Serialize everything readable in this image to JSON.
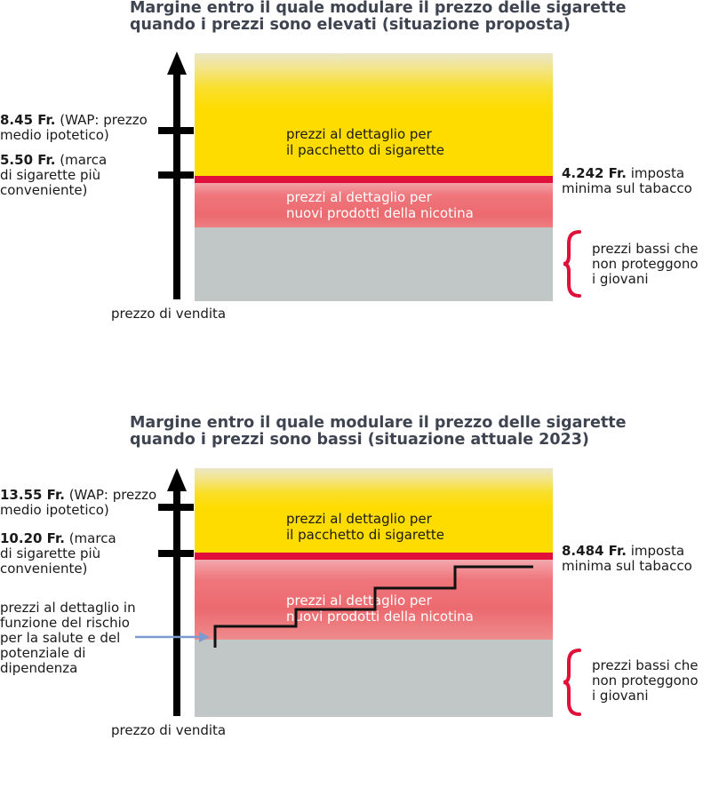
{
  "colors": {
    "yellow": "#ffdc00",
    "red_band": "#ec6a6f",
    "red_line": "#e0103a",
    "grey": "#c1c6c6",
    "title": "#3e4450",
    "arrow": "#7b9bd0"
  },
  "panel_top": {
    "title_line1": "Margine entro il quale modulare il prezzo delle sigarette",
    "title_line2": "quando i prezzi sono elevati (situazione proposta)",
    "label1_value": "8.45 Fr.",
    "label1_rest_a": "(WAP: prezzo",
    "label1_rest_b": "medio ipotetico)",
    "label2_value": "5.50 Fr.",
    "label2_rest_a": "(marca",
    "label2_rest_b": "di sigarette più",
    "label2_rest_c": "conveniente)",
    "yellow_text_1": "prezzi al dettaglio per",
    "yellow_text_2": "il pacchetto di sigarette",
    "red_text_1": "prezzi al dettaglio per",
    "red_text_2": "nuovi prodotti della nicotina",
    "tax_value": "4.242 Fr.",
    "tax_rest_a": "imposta",
    "tax_rest_b": "minima sul tabacco",
    "low_1": "prezzi bassi che",
    "low_2": "non proteggono",
    "low_3": "i giovani",
    "axis_label": "prezzo di vendita"
  },
  "panel_bottom": {
    "title_line1": "Margine entro il quale modulare il prezzo delle sigarette",
    "title_line2": "quando i prezzi sono bassi (situazione attuale 2023)",
    "label1_value": "13.55 Fr.",
    "label1_rest_a": "(WAP: prezzo",
    "label1_rest_b": "medio ipotetico)",
    "label2_value": "10.20 Fr.",
    "label2_rest_a": "(marca",
    "label2_rest_b": "di sigarette più",
    "label2_rest_c": "conveniente)",
    "yellow_text_1": "prezzi al dettaglio per",
    "yellow_text_2": "il pacchetto di sigarette",
    "red_text_1": "prezzi al dettaglio per",
    "red_text_2": "nuovi prodotti della nicotina",
    "tax_value": "8.484 Fr.",
    "tax_rest_a": "imposta",
    "tax_rest_b": "minima sul tabacco",
    "low_1": "prezzi bassi che",
    "low_2": "non proteggono",
    "low_3": "i giovani",
    "risk_1": "prezzi al dettaglio in",
    "risk_2": "funzione del rischio",
    "risk_3": "per la salute e del",
    "risk_4": "potenziale di",
    "risk_5": "dipendenza",
    "axis_label": "prezzo di vendita"
  }
}
